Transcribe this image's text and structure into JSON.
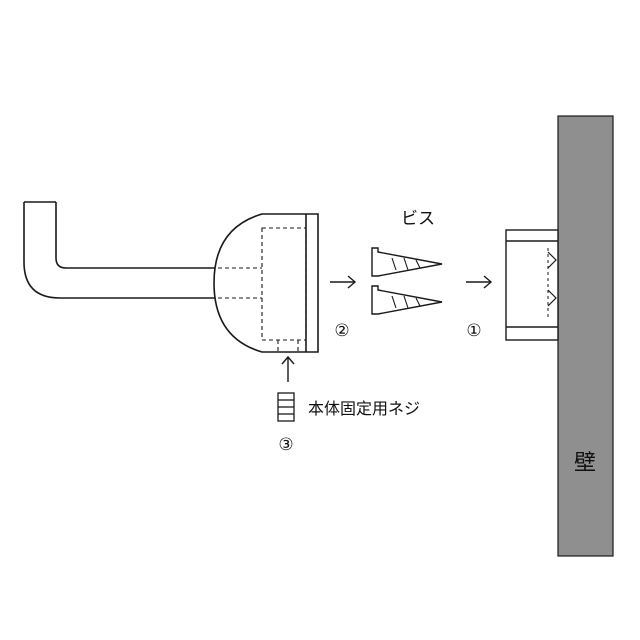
{
  "labels": {
    "screws": "ビス",
    "body_screw": "本体固定用ネジ",
    "wall": "壁",
    "step1": "①",
    "step2": "②",
    "step3": "③"
  },
  "colors": {
    "wall_fill": "#8f8f8f",
    "line": "#1a1a1a"
  }
}
